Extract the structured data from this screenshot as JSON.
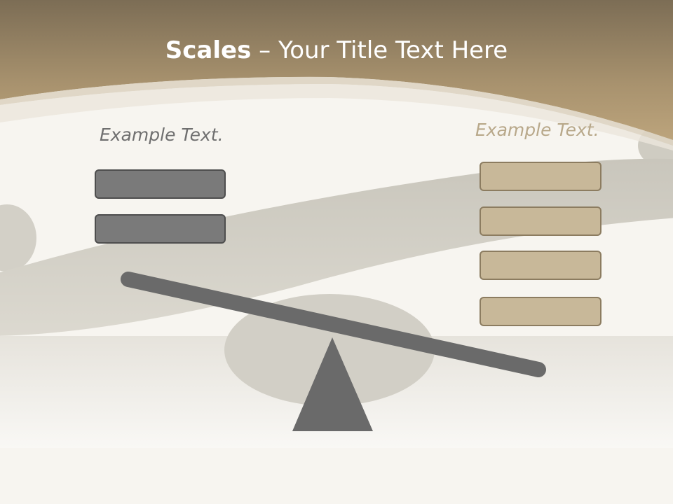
{
  "header": {
    "title_bold": "Scales",
    "title_rest": " – Your Title Text Here"
  },
  "left_group": {
    "label": "Example Text.",
    "box_count": 2
  },
  "right_group": {
    "label": "Example Text.",
    "box_count": 4
  },
  "colors": {
    "header_band": "#a8926e",
    "left_boxes": "#7a7a7a",
    "right_boxes": "#c8b899",
    "seesaw": "#6a6a6a"
  }
}
